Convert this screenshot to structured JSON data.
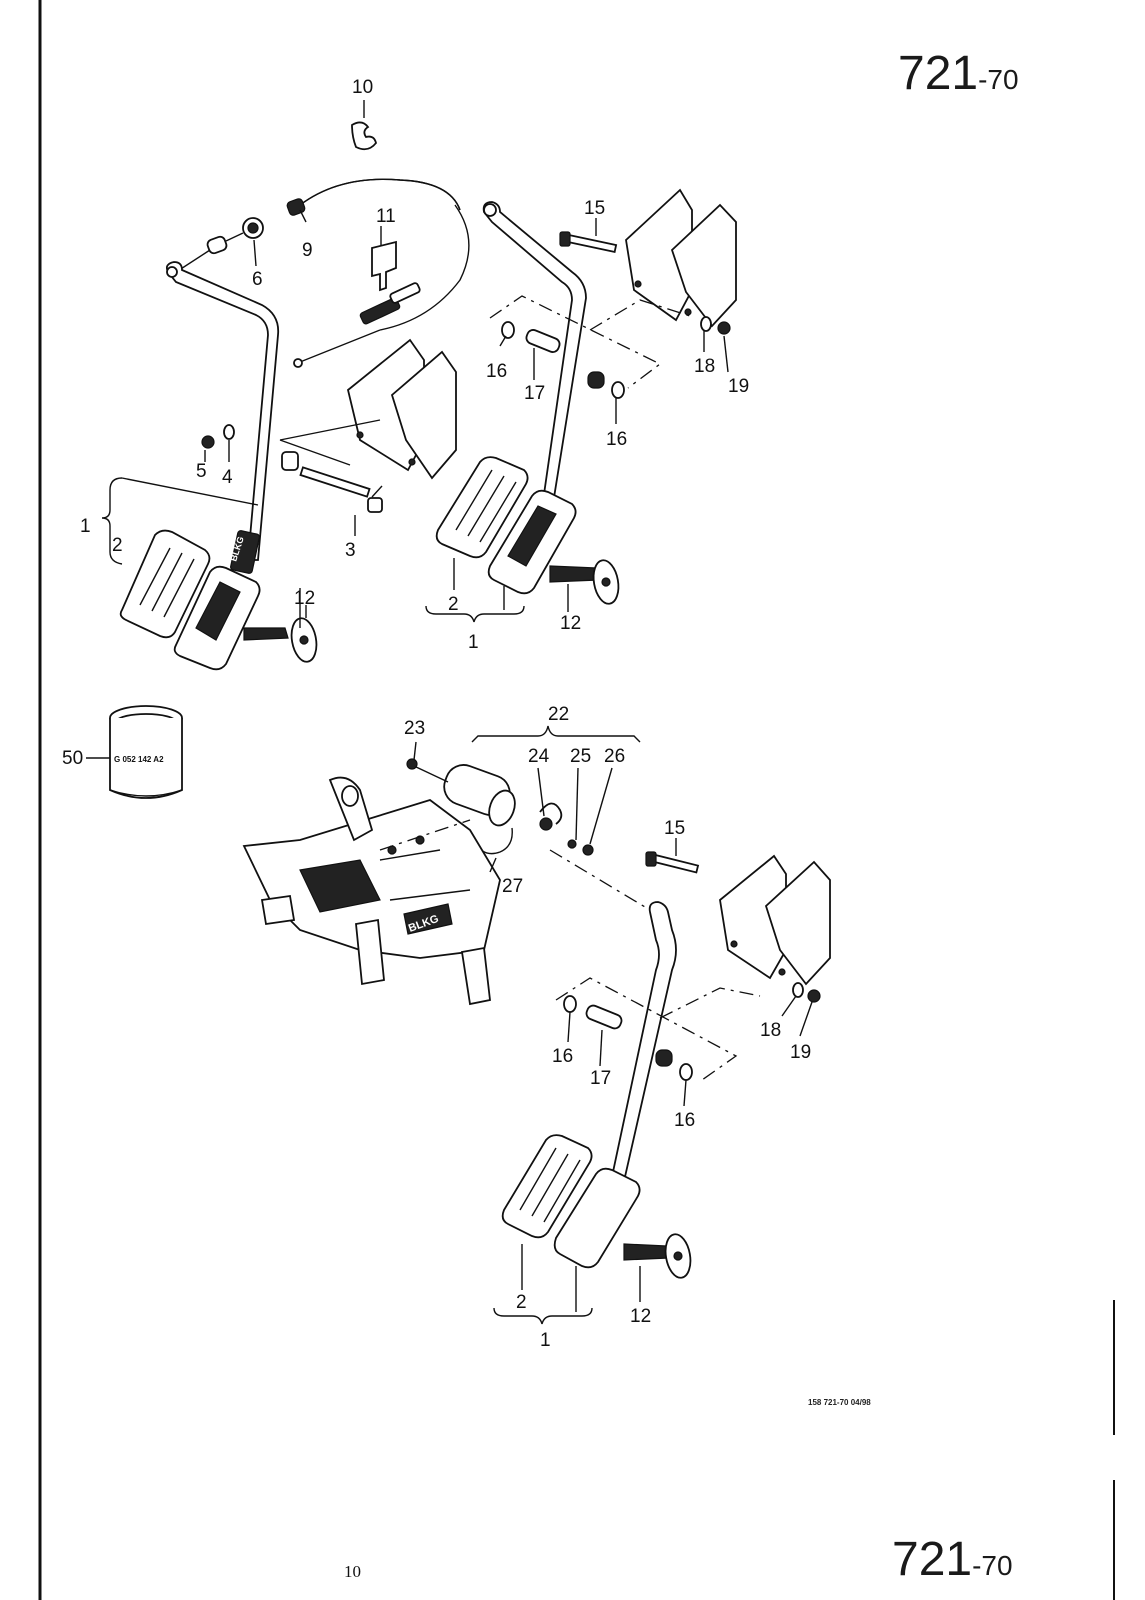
{
  "page": {
    "number_main": "721",
    "number_suffix": "-70",
    "footer_ref": "158   721-70   04/98",
    "bottom_left_mark": "10"
  },
  "part_box_label": "G 052 142 A2",
  "callouts": {
    "top_left_group": [
      "10",
      "11",
      "9",
      "6",
      "1",
      "2",
      "3",
      "4",
      "5",
      "12"
    ],
    "top_right_group": [
      "15",
      "16",
      "17",
      "16",
      "18",
      "19",
      "2",
      "1",
      "12"
    ],
    "bottom_group": [
      "50",
      "23",
      "22",
      "24",
      "25",
      "26",
      "27",
      "15",
      "18",
      "19",
      "16",
      "17",
      "16",
      "2",
      "1",
      "12"
    ]
  },
  "pedal_marking": "BLKG",
  "colors": {
    "ink": "#111111",
    "paper": "#ffffff"
  }
}
